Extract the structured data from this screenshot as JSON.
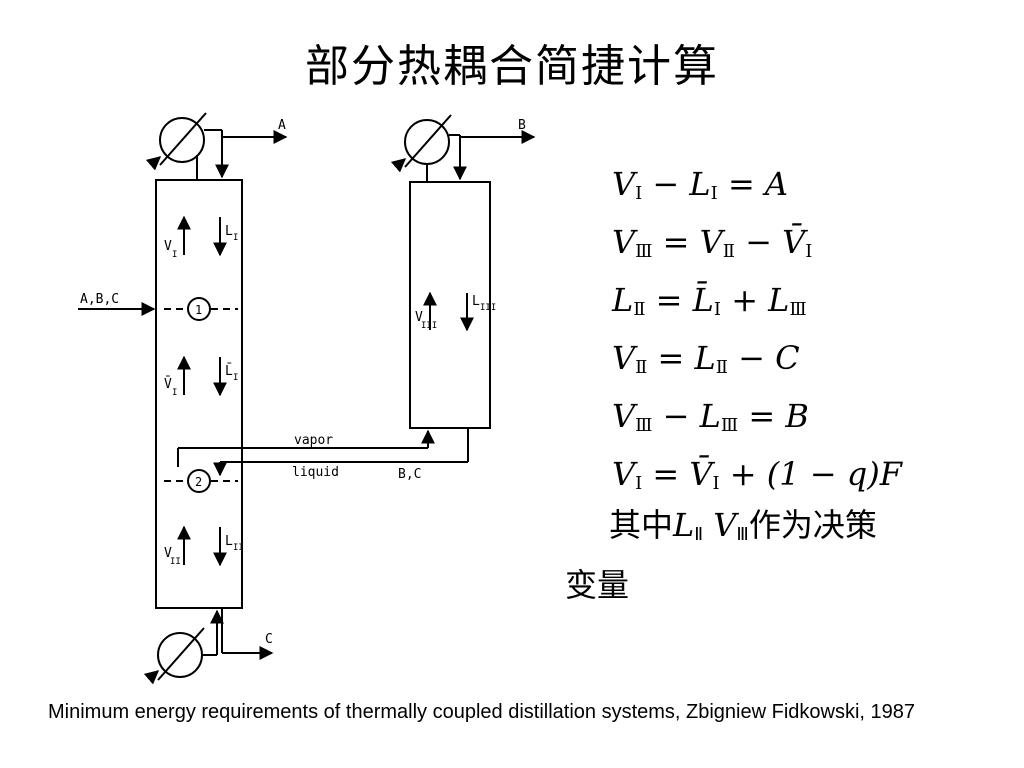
{
  "title": "部分热耦合简捷计算",
  "diagram": {
    "stream_top_A": "A",
    "stream_top_B": "B",
    "stream_bottom_C": "C",
    "feed": "A,B,C",
    "stage1": "1",
    "stage2": "2",
    "vapor": "vapor",
    "liquid": "liquid",
    "side_product": "B,C",
    "flow_labels": {
      "v1": "V",
      "v1_sub": "I",
      "l1": "L",
      "l1_sub": "I",
      "vbar1": "V̄",
      "vbar1_sub": "I",
      "lbar1": "L̄",
      "lbar1_sub": "I",
      "v2": "V",
      "v2_sub": "II",
      "l2": "L",
      "l2_sub": "II",
      "v3": "V",
      "v3_sub": "III",
      "l3": "L",
      "l3_sub": "III"
    }
  },
  "equations": [
    {
      "a": "V",
      "a_sub": "Ⅰ",
      "op1": " − ",
      "b": "L",
      "b_sub": "Ⅰ",
      "op2": " = ",
      "c": "A",
      "c_sub": "",
      "op3": "",
      "d": "",
      "d_sub": ""
    },
    {
      "a": "V",
      "a_sub": "Ⅲ",
      "op1": " = ",
      "b": "V",
      "b_sub": "Ⅱ",
      "op2": " − ",
      "c": "V̄",
      "c_sub": "Ⅰ",
      "op3": "",
      "d": "",
      "d_sub": ""
    },
    {
      "a": "L",
      "a_sub": "Ⅱ",
      "op1": " = ",
      "b": "L̄",
      "b_sub": "Ⅰ",
      "op2": " + ",
      "c": "L",
      "c_sub": "Ⅲ",
      "op3": "",
      "d": "",
      "d_sub": ""
    },
    {
      "a": "V",
      "a_sub": "Ⅱ",
      "op1": " = ",
      "b": "L",
      "b_sub": "Ⅱ",
      "op2": " − ",
      "c": "C",
      "c_sub": "",
      "op3": "",
      "d": "",
      "d_sub": ""
    },
    {
      "a": "V",
      "a_sub": "Ⅲ",
      "op1": " − ",
      "b": "L",
      "b_sub": "Ⅲ",
      "op2": " = ",
      "c": "B",
      "c_sub": "",
      "op3": "",
      "d": "",
      "d_sub": ""
    },
    {
      "a": "V",
      "a_sub": "Ⅰ",
      "op1": " = ",
      "b": "V̄",
      "b_sub": "Ⅰ",
      "op2": " + ",
      "c": "(1 − q)F",
      "c_sub": "",
      "op3": "",
      "d": "",
      "d_sub": ""
    }
  ],
  "note": {
    "prefix": "其中",
    "var1": "L",
    "var1_sub": "Ⅱ",
    "var2": "V",
    "var2_sub": "Ⅲ",
    "suffix": "作为决策",
    "line2": "变量"
  },
  "citation": "Minimum energy requirements of thermally coupled distillation systems,  Zbigniew Fidkowski, 1987"
}
